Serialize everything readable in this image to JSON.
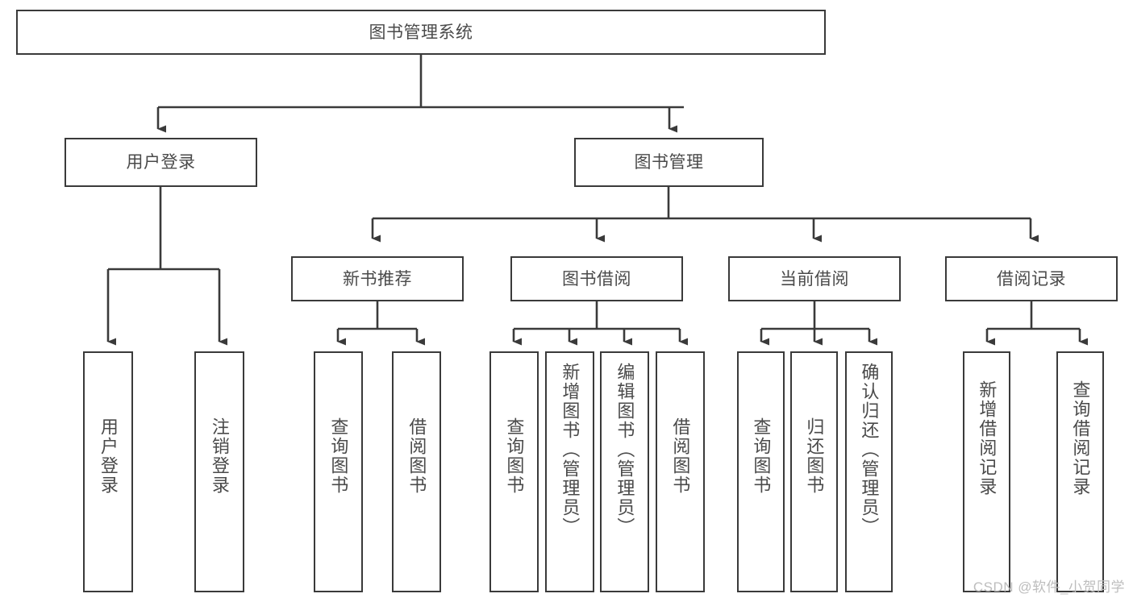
{
  "diagram": {
    "title": "图书管理系统",
    "type": "tree",
    "stroke_color": "#3a3a3a",
    "text_color": "#4a4a4a",
    "background": "#ffffff",
    "watermark": "CSDN @软件_小贺同学"
  },
  "nodes": {
    "root": {
      "label": "图书管理系统"
    },
    "level1": [
      {
        "id": "user-login",
        "label": "用户登录"
      },
      {
        "id": "book-manage",
        "label": "图书管理"
      }
    ],
    "level2": [
      {
        "id": "new-book-recommend",
        "label": "新书推荐"
      },
      {
        "id": "book-borrow",
        "label": "图书借阅"
      },
      {
        "id": "current-borrow",
        "label": "当前借阅"
      },
      {
        "id": "borrow-record",
        "label": "借阅记录"
      }
    ],
    "leaves": {
      "user_login": [
        {
          "id": "leaf-user-login",
          "label": "用户登录"
        },
        {
          "id": "leaf-logout-login",
          "label": "注销登录"
        }
      ],
      "new_book_recommend": [
        {
          "id": "leaf-query-book-1",
          "label": "查询图书"
        },
        {
          "id": "leaf-borrow-book-1",
          "label": "借阅图书"
        }
      ],
      "book_borrow": [
        {
          "id": "leaf-query-book-2",
          "label": "查询图书"
        },
        {
          "id": "leaf-add-book",
          "label": "新增图书（管理员）"
        },
        {
          "id": "leaf-edit-book",
          "label": "编辑图书（管理员）"
        },
        {
          "id": "leaf-borrow-book-2",
          "label": "借阅图书"
        }
      ],
      "current_borrow": [
        {
          "id": "leaf-query-book-3",
          "label": "查询图书"
        },
        {
          "id": "leaf-return-book",
          "label": "归还图书"
        },
        {
          "id": "leaf-confirm-return",
          "label": "确认归还（管理员）"
        }
      ],
      "borrow_record": [
        {
          "id": "leaf-add-record",
          "label": "新增借阅记录"
        },
        {
          "id": "leaf-query-record",
          "label": "查询借阅记录"
        }
      ]
    }
  },
  "chart_data": {
    "type": "table",
    "title": "图书管理系统 功能结构图",
    "hierarchy": [
      {
        "label": "图书管理系统",
        "children": [
          {
            "label": "用户登录",
            "children": [
              {
                "label": "用户登录"
              },
              {
                "label": "注销登录"
              }
            ]
          },
          {
            "label": "图书管理",
            "children": [
              {
                "label": "新书推荐",
                "children": [
                  {
                    "label": "查询图书"
                  },
                  {
                    "label": "借阅图书"
                  }
                ]
              },
              {
                "label": "图书借阅",
                "children": [
                  {
                    "label": "查询图书"
                  },
                  {
                    "label": "新增图书（管理员）"
                  },
                  {
                    "label": "编辑图书（管理员）"
                  },
                  {
                    "label": "借阅图书"
                  }
                ]
              },
              {
                "label": "当前借阅",
                "children": [
                  {
                    "label": "查询图书"
                  },
                  {
                    "label": "归还图书"
                  },
                  {
                    "label": "确认归还（管理员）"
                  }
                ]
              },
              {
                "label": "借阅记录",
                "children": [
                  {
                    "label": "新增借阅记录"
                  },
                  {
                    "label": "查询借阅记录"
                  }
                ]
              }
            ]
          }
        ]
      }
    ]
  }
}
